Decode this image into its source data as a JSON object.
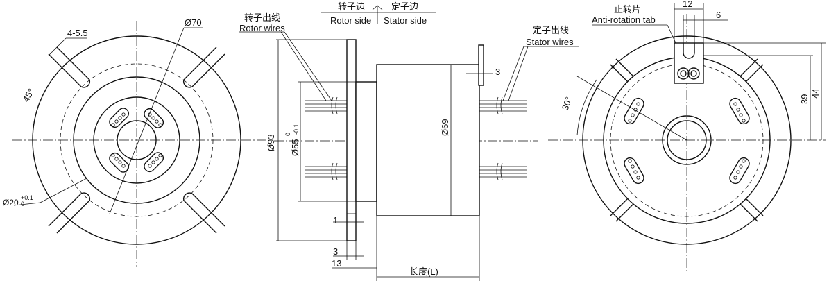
{
  "left_view": {
    "hole_label": "4-5.5",
    "od_label": "Ø70",
    "angle_label": "45°",
    "bore_label": "Ø20",
    "bore_tol_upper": "+0.1",
    "bore_tol_lower": "0"
  },
  "side_view": {
    "rotor_side_cn": "转子边",
    "stator_side_cn": "定子边",
    "rotor_side_en": "Rotor side",
    "stator_side_en": "Stator  side",
    "rotor_wires_cn": "转子出线",
    "rotor_wires_en": "Rotor wires",
    "stator_wires_cn": "定子出线",
    "stator_wires_en": "Stator wires",
    "dim_93": "Ø93",
    "dim_55": "Ø55",
    "dim_55_tol_upper": "0",
    "dim_55_tol_lower": "-0.1",
    "dim_69": "Ø69",
    "dim_3_top": "3",
    "dim_1": "1",
    "dim_3_bottom": "3",
    "dim_13": "13",
    "length_label": "长度(L)"
  },
  "right_view": {
    "tab_cn": "止转片",
    "tab_en": "Anti-rotation tab",
    "dim_12": "12",
    "dim_6": "6",
    "dim_39": "39",
    "dim_44": "44",
    "angle_label": "30°"
  }
}
